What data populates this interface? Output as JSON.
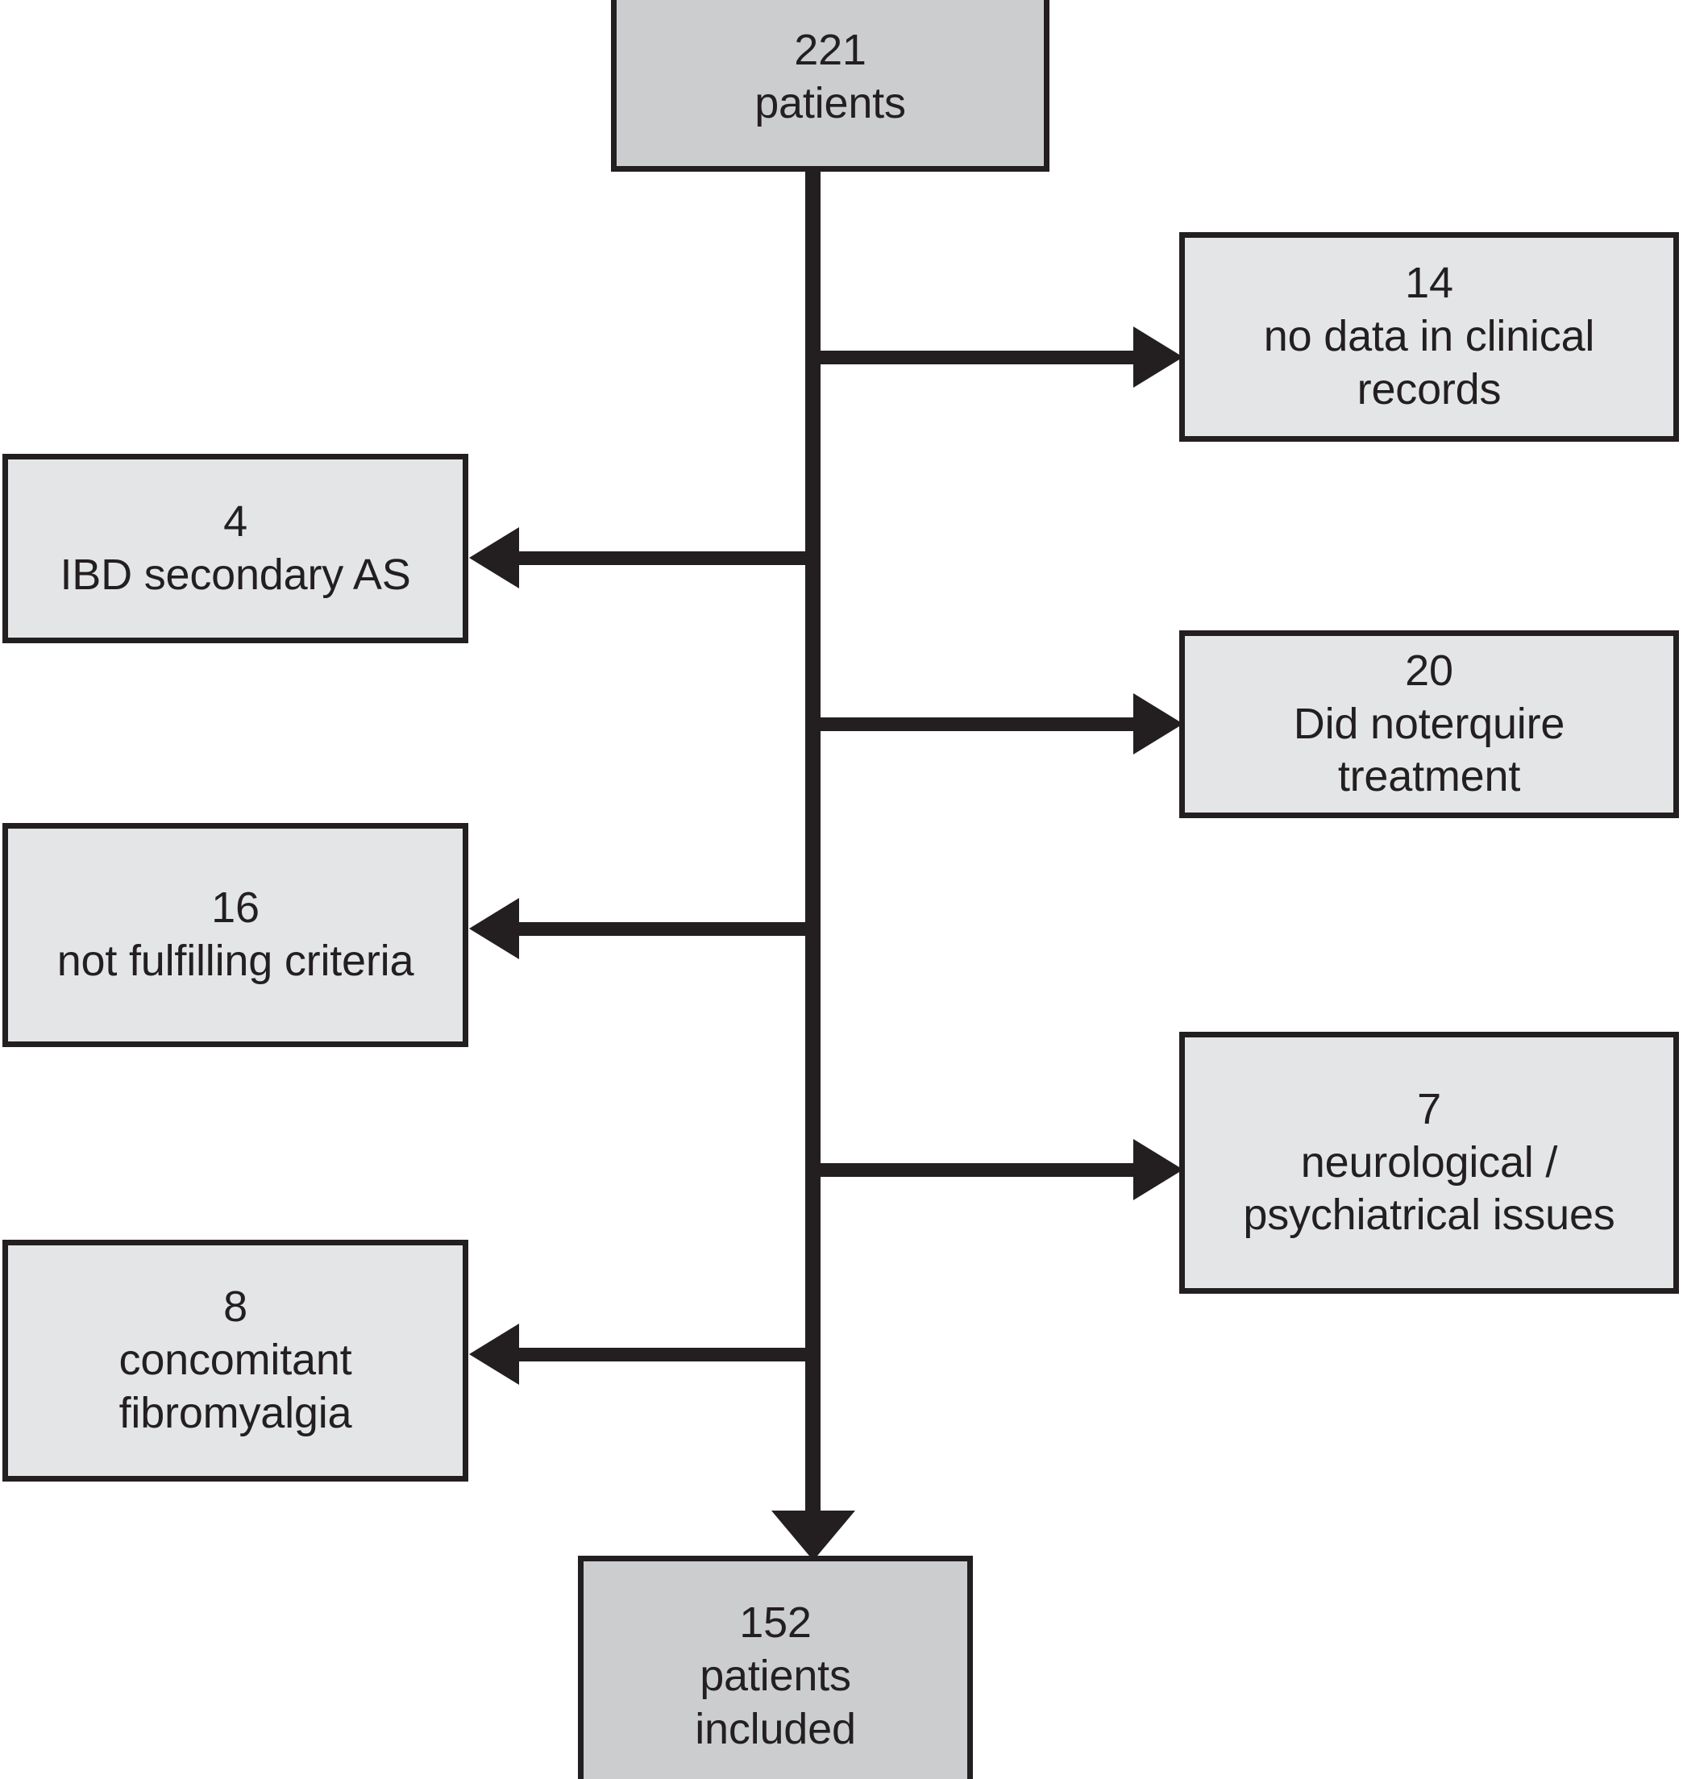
{
  "diagram": {
    "type": "patient-flow-chart",
    "colors": {
      "primary_fill": "#cbcdcf",
      "excluded_fill": "#e3e5e6",
      "stroke": "#231f20",
      "background": "#ffffff"
    },
    "source": {
      "count": "221",
      "lines": [
        "221",
        "patients"
      ]
    },
    "included": {
      "count": "152",
      "lines": [
        "152",
        "patients",
        "included"
      ]
    },
    "exclusions": [
      {
        "side": "right",
        "count": "14",
        "reason": "no data in clinical records",
        "lines": [
          "14",
          "no data in clinical",
          "records"
        ]
      },
      {
        "side": "left",
        "count": "4",
        "reason": "IBD secondary AS",
        "lines": [
          "4",
          "IBD secondary AS"
        ]
      },
      {
        "side": "right",
        "count": "20",
        "reason": "Did noterquire treatment",
        "lines": [
          "20",
          "Did noterquire",
          "treatment"
        ]
      },
      {
        "side": "left",
        "count": "16",
        "reason": "not fulfilling criteria",
        "lines": [
          "16",
          "not fulfilling criteria"
        ]
      },
      {
        "side": "right",
        "count": "7",
        "reason": "neurological / psychiatrical issues",
        "lines": [
          "7",
          "neurological /",
          "psychiatrical issues"
        ]
      },
      {
        "side": "left",
        "count": "8",
        "reason": "concomitant fibromyalgia",
        "lines": [
          "8",
          "concomitant",
          "fibromyalgia"
        ]
      }
    ]
  }
}
